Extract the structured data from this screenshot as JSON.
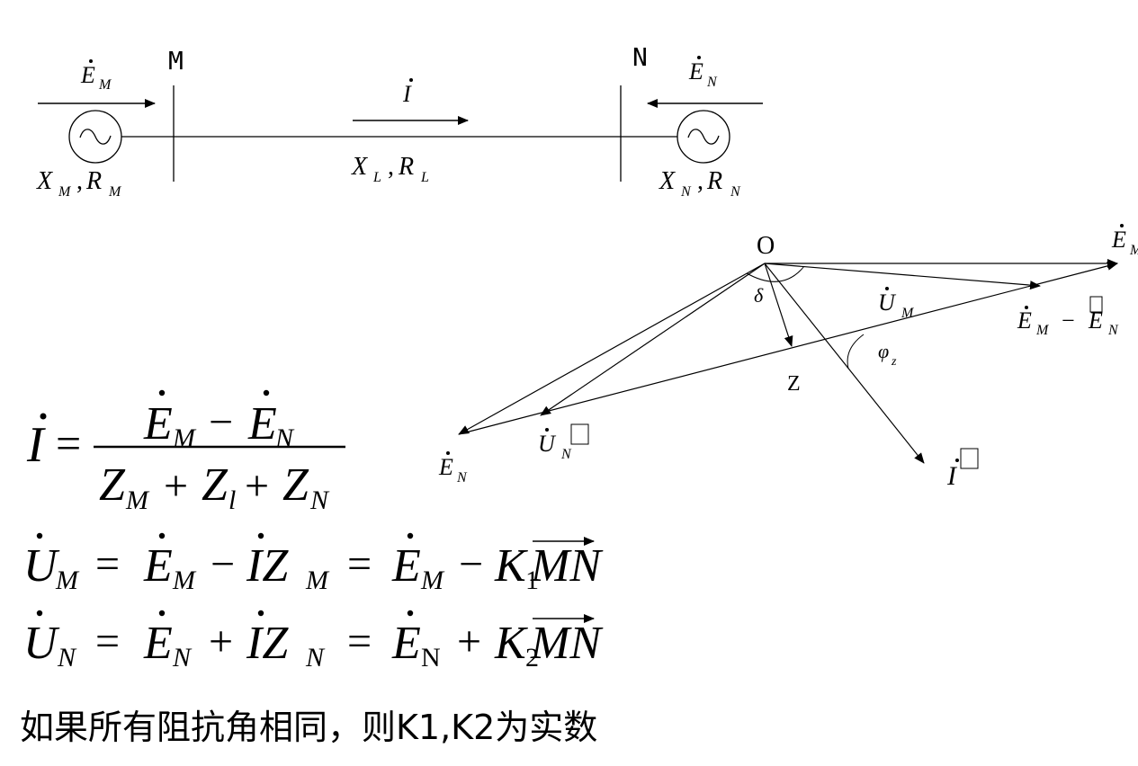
{
  "circuit": {
    "bus_m": "M",
    "bus_n": "N",
    "source_m_emf": "E",
    "source_m_emf_sub": "M",
    "source_n_emf": "E",
    "source_n_emf_sub": "N",
    "current": "I",
    "source_m_impedance": {
      "x": "X",
      "x_sub": "M",
      "r": "R",
      "r_sub": "M"
    },
    "line_impedance": {
      "x": "X",
      "x_sub": "L",
      "r": "R",
      "r_sub": "L"
    },
    "source_n_impedance": {
      "x": "X",
      "x_sub": "N",
      "r": "R",
      "r_sub": "N"
    }
  },
  "phasor": {
    "origin": "O",
    "em": "E",
    "em_sub": "M",
    "en": "E",
    "en_sub": "N",
    "um": "U",
    "um_sub": "M",
    "un": "U",
    "un_sub": "N",
    "i": "I",
    "diff_main": "E",
    "diff_sub_m": "M",
    "diff_minus": "−",
    "diff_second": "E",
    "diff_sub_n": "N",
    "delta": "δ",
    "phi": "φ",
    "phi_sub": "z",
    "z": "Z"
  },
  "equations": {
    "current": {
      "lhs": "I",
      "eq": "=",
      "num_e1": "E",
      "num_e1_sub": "M",
      "num_minus": "−",
      "num_e2": "E",
      "num_e2_sub": "N",
      "den_z1": "Z",
      "den_z1_sub": "M",
      "den_plus1": "+",
      "den_z2": "Z",
      "den_z2_sub": "l",
      "den_plus2": "+",
      "den_z3": "Z",
      "den_z3_sub": "N"
    },
    "um": {
      "u": "U",
      "u_sub": "M",
      "eq1": "=",
      "e": "E",
      "e_sub": "M",
      "minus1": "−",
      "iz": "IZ",
      "iz_sub": "M",
      "eq2": "=",
      "e2": "E",
      "e2_sub": "M",
      "minus2": "−",
      "k": "K",
      "k_sub": "1",
      "mn": "MN"
    },
    "un": {
      "u": "U",
      "u_sub": "N",
      "eq1": "=",
      "e": "E",
      "e_sub": "N",
      "plus1": "+",
      "iz": "IZ",
      "iz_sub": "N",
      "eq2": "=",
      "e2": "E",
      "e2_sub": "N",
      "plus2": "+",
      "k": "K",
      "k_sub": "2",
      "mn": "MN"
    }
  },
  "conclusion": "如果所有阻抗角相同，则K1,K2为实数"
}
